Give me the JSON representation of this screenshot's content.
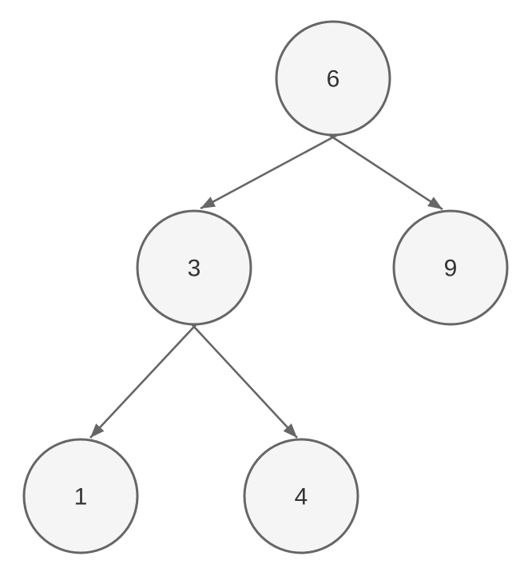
{
  "diagram": {
    "type": "binary-tree",
    "background_color": "#ffffff",
    "colors": {
      "node_fill": "#f5f5f5",
      "node_stroke": "#666666",
      "edge_color": "#666666",
      "text_color": "#333333"
    },
    "nodes": [
      {
        "id": "root",
        "label": "6"
      },
      {
        "id": "left",
        "label": "3"
      },
      {
        "id": "right",
        "label": "9"
      },
      {
        "id": "left-left",
        "label": "1"
      },
      {
        "id": "left-right",
        "label": "4"
      }
    ],
    "edges": [
      {
        "from": "6",
        "to": "3",
        "arrow": "filled-triangle"
      },
      {
        "from": "6",
        "to": "9",
        "arrow": "filled-triangle"
      },
      {
        "from": "3",
        "to": "1",
        "arrow": "filled-triangle"
      },
      {
        "from": "3",
        "to": "4",
        "arrow": "filled-triangle"
      }
    ]
  }
}
